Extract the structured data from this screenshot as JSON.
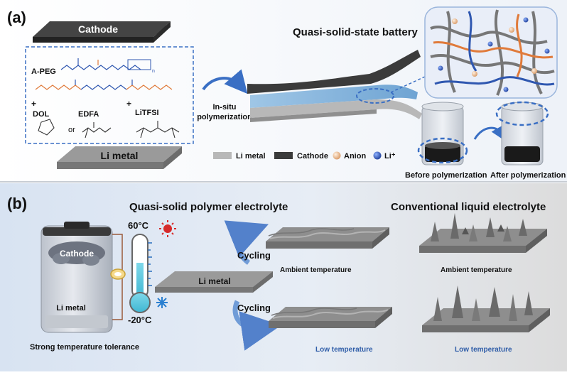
{
  "panel_a": {
    "label": "(a)",
    "cathode": "Cathode",
    "li_metal": "Li metal",
    "apeg": "A-PEG",
    "plus1": "+",
    "plus2": "+",
    "dol": "DOL",
    "edfa": "EDFA",
    "or": "or",
    "litfsi": "LiTFSI",
    "subscript_n": "n",
    "in_situ_line1": "In-situ",
    "in_situ_line2": "polymerization",
    "battery_title": "Quasi-solid-state battery",
    "legend": {
      "li_metal": "Li metal",
      "cathode": "Cathode",
      "anion": "Anion",
      "li_ion": "Li⁺"
    },
    "before": "Before polymerization",
    "after": "After polymerization"
  },
  "panel_b": {
    "label": "(b)",
    "qspe_title": "Quasi-solid polymer electrolyte",
    "cle_title": "Conventional liquid electrolyte",
    "cathode": "Cathode",
    "li_metal_cell": "Li metal",
    "hot_temp": "60°C",
    "cold_temp": "-20°C",
    "li_metal_plate": "Li metal",
    "cycling_top": "Cycling",
    "cycling_bottom": "Cycling",
    "ambient_qspe": "Ambient temperature",
    "low_qspe": "Low temperature",
    "ambient_cle": "Ambient temperature",
    "low_cle": "Low temperature",
    "tolerance": "Strong temperature tolerance"
  },
  "colors": {
    "panel_b_bg": "#dbe6f4",
    "right_bg": "#e3e3e3",
    "dashed_blue": "#3a6fc4",
    "low_temp_text": "#2f5da8",
    "carbonate_orange": "#e07a3a",
    "peg_blue": "#2f57b0"
  }
}
